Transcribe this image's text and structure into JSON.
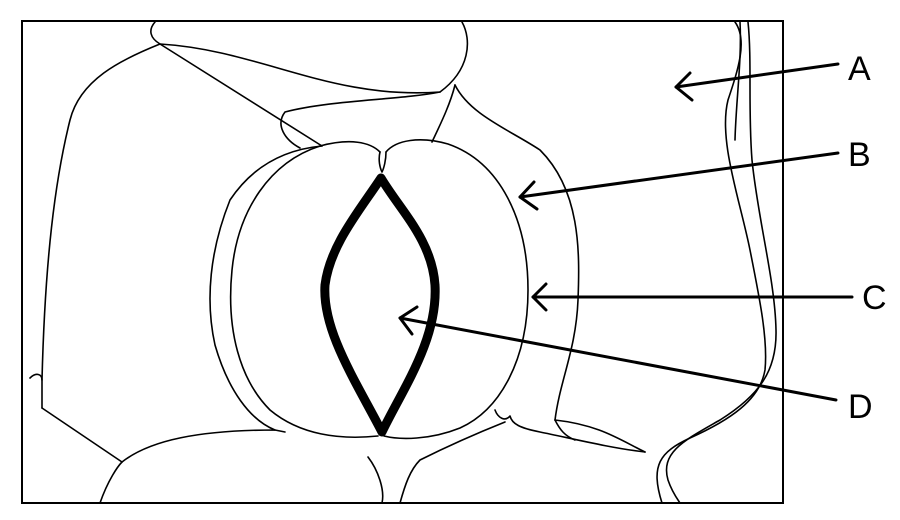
{
  "labels": [
    {
      "id": "A",
      "text": "A"
    },
    {
      "id": "B",
      "text": "B"
    },
    {
      "id": "C",
      "text": "C"
    },
    {
      "id": "D",
      "text": "D"
    }
  ],
  "colors": {
    "line": "#000000",
    "background": "#ffffff"
  }
}
